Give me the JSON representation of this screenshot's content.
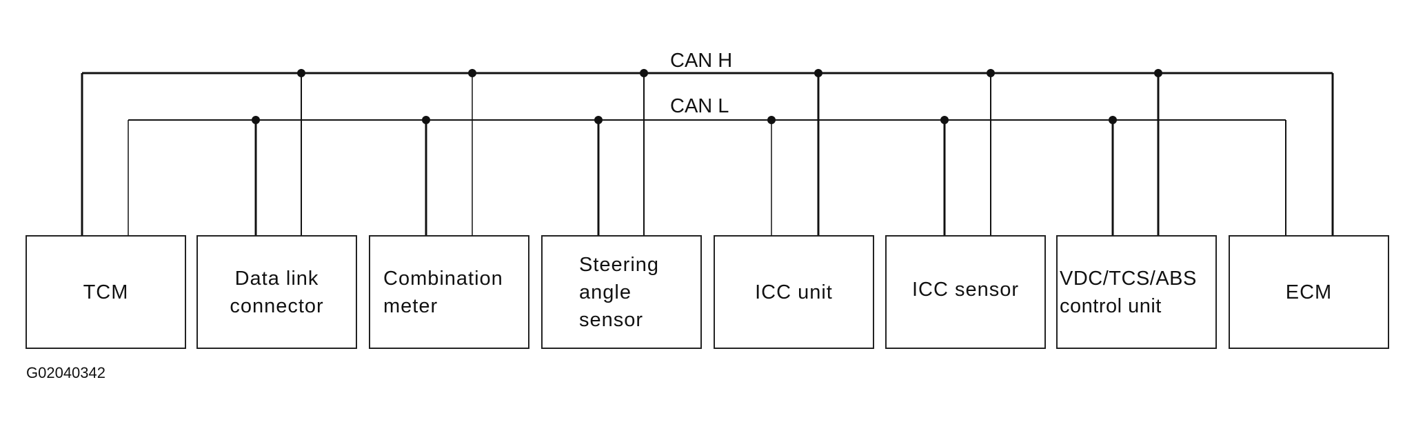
{
  "buses": {
    "can_h": "CAN H",
    "can_l": "CAN L"
  },
  "modules": [
    {
      "label": "TCM"
    },
    {
      "label": "Data link\nconnector"
    },
    {
      "label": "Combination\nmeter"
    },
    {
      "label": "Steering\nangle\nsensor"
    },
    {
      "label": "ICC unit"
    },
    {
      "label": "ICC sensor"
    },
    {
      "label": "VDC/TCS/ABS\ncontrol unit"
    },
    {
      "label": "ECM"
    }
  ],
  "figure_id": "G02040342"
}
